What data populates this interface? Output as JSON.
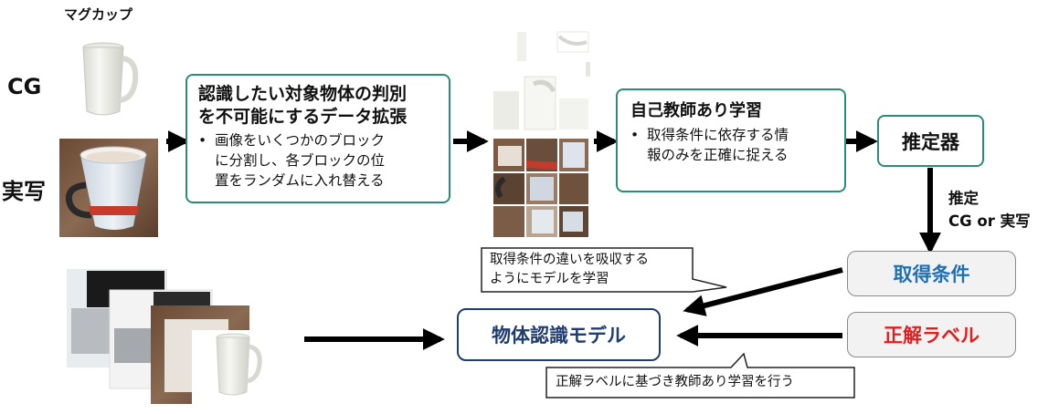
{
  "labels": {
    "mug": "マグカップ",
    "cg": "CG",
    "photo": "実写"
  },
  "augmentation_box": {
    "title_line1": "認識したい対象物体の判別",
    "title_line2": "を不可能にするデータ拡張",
    "bullet_mark": "•",
    "bullet_line1": "画像をいくつかのブロック",
    "bullet_line2": "に分割し、各ブロックの位",
    "bullet_line3": "置をランダムに入れ替える"
  },
  "ssl_box": {
    "title": "自己教師あり学習",
    "bullet_mark": "•",
    "bullet_line1": "取得条件に依存する情",
    "bullet_line2": "報のみを正確に捉える"
  },
  "estimator": {
    "label": "推定器"
  },
  "estimate_label": {
    "line1": "推定",
    "line2": "CG or 実写"
  },
  "condition_box": {
    "label": "取得条件"
  },
  "label_box": {
    "label": "正解ラベル"
  },
  "model_box": {
    "label": "物体認識モデル"
  },
  "callouts": {
    "top_line1": "取得条件の違いを吸収する",
    "top_line2": "ようにモデルを学習",
    "bottom": "正解ラベルに基づき教師あり学習を行う"
  },
  "colors": {
    "green_border": "#2a8c7a",
    "navy": "#1f3d6e",
    "condition_text": "#1f6fb5",
    "label_text": "#e02020"
  }
}
